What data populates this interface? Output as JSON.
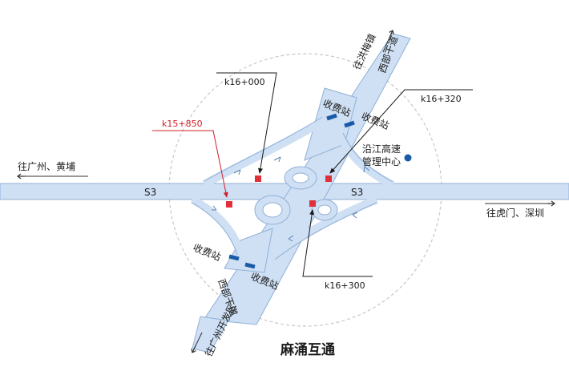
{
  "title": "麻涌互通",
  "colors": {
    "road_fill": "#cfe0f4",
    "road_stroke": "#8fb0d6",
    "callout": "#1a1a1a",
    "callout_red": "#d0202a",
    "toll_bar": "#1a5aa8",
    "marker": "#e0303a",
    "center_dot": "#1a5aa8",
    "ring": "#c8c8c8"
  },
  "roads": {
    "s3_left": "S3",
    "s3_right": "S3",
    "west_trunk_north": "西部干道",
    "west_trunk_south": "西部干道"
  },
  "directions": {
    "to_guangzhou_huangpu": "往广州、黄埔",
    "to_humen_shenzhen": "往虎门、深圳",
    "to_hongmei": "往洪梅镇",
    "to_guangzhou_dev": "往广州开发区"
  },
  "toll_labels": {
    "ne_left": "收费站",
    "ne_right": "收费站",
    "sw_left": "收费站",
    "sw_right": "收费站"
  },
  "management_center": {
    "line1": "沿江高速",
    "line2": "管理中心"
  },
  "callouts": {
    "k16_000": "k16+000",
    "k16_320": "k16+320",
    "k15_850": "k15+850",
    "k16_300": "k16+300"
  }
}
